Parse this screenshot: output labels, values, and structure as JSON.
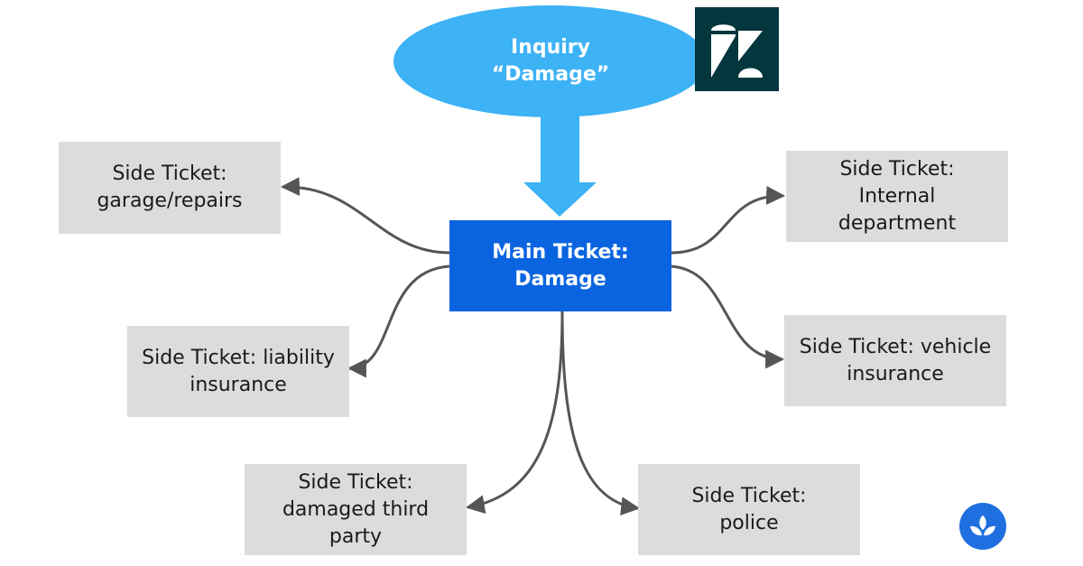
{
  "inquiry": {
    "line1": "Inquiry",
    "line2": "“Damage”",
    "color": "#3db2f5"
  },
  "main_ticket": {
    "line1": "Main Ticket:",
    "line2": "Damage",
    "color": "#0a64e0"
  },
  "side_tickets": [
    {
      "id": "garage",
      "lines": [
        "Side Ticket:",
        "garage/repairs"
      ]
    },
    {
      "id": "internal",
      "lines": [
        "Side Ticket:",
        "Internal",
        "department"
      ]
    },
    {
      "id": "liability",
      "lines": [
        "Side Ticket: liability",
        "insurance"
      ]
    },
    {
      "id": "vehicle",
      "lines": [
        "Side Ticket: vehicle",
        "insurance"
      ]
    },
    {
      "id": "third-party",
      "lines": [
        "Side Ticket:",
        "damaged third",
        "party"
      ]
    },
    {
      "id": "police",
      "lines": [
        "Side Ticket:",
        "police"
      ]
    }
  ],
  "logos": {
    "zendesk": "zendesk-logo",
    "brand": "leaf-logo"
  },
  "colors": {
    "side_box": "#dcdcdc",
    "connector": "#555555",
    "zendesk_bg": "#03363d",
    "brand_bg": "#1f6fe0"
  }
}
